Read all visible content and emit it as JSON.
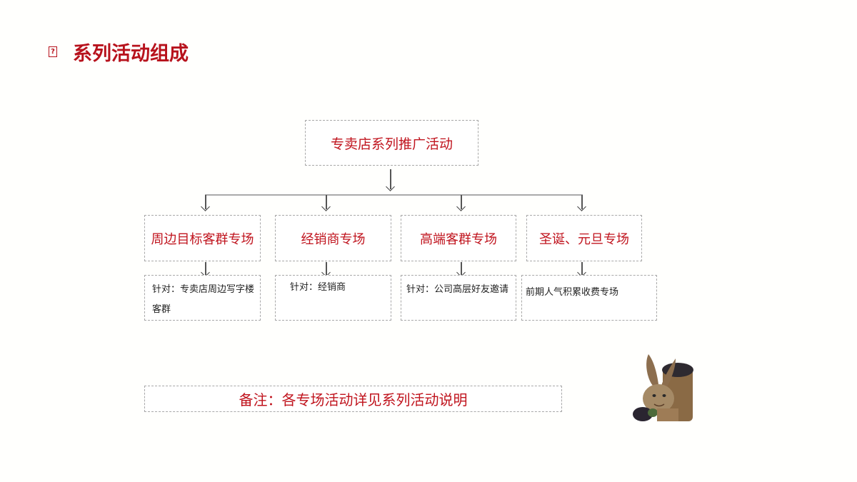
{
  "header": {
    "glyph_icon": "missing-glyph-box",
    "glyph_text": "?",
    "title": "系列活动组成"
  },
  "diagram": {
    "root": "专卖店系列推广活动",
    "branches": [
      {
        "title": "周边目标客群专场",
        "description": "针对：专卖店周边写字楼客群"
      },
      {
        "title": "经销商专场",
        "description": "针对：经销商"
      },
      {
        "title": "高端客群专场",
        "description": "针对：公司高层好友邀请"
      },
      {
        "title": "圣诞、元旦专场",
        "description": "前期人气积累收费专场"
      }
    ],
    "note": "备注：各专场活动详见系列活动说明"
  },
  "image": {
    "subject": "rabbit-figurine"
  },
  "colors": {
    "accent": "#c0141e",
    "title": "#b7121c",
    "border": "#a8a8a8",
    "background": "#fffffd"
  }
}
